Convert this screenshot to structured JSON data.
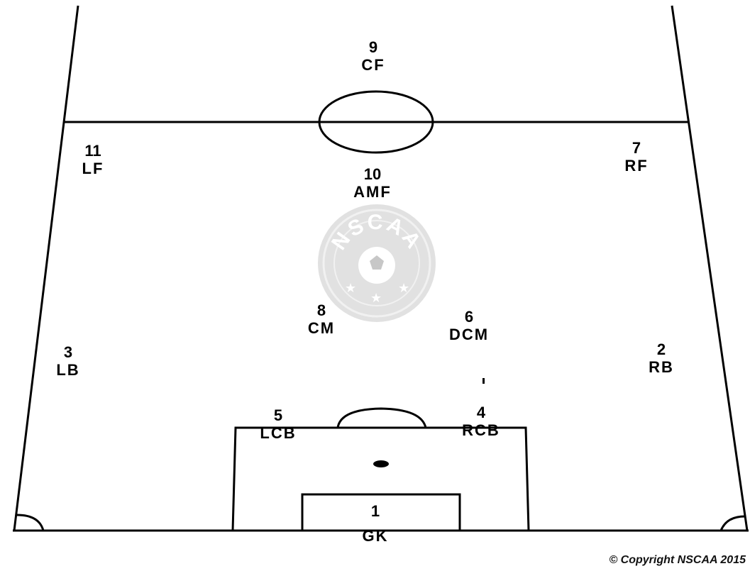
{
  "diagram": {
    "players": [
      {
        "id": "cf",
        "number": "9",
        "position": "CF"
      },
      {
        "id": "lf",
        "number": "11",
        "position": "LF"
      },
      {
        "id": "amf",
        "number": "10",
        "position": "AMF"
      },
      {
        "id": "rf",
        "number": "7",
        "position": "RF"
      },
      {
        "id": "cm",
        "number": "8",
        "position": "CM"
      },
      {
        "id": "dcm",
        "number": "6",
        "position": "DCM"
      },
      {
        "id": "lb",
        "number": "3",
        "position": "LB"
      },
      {
        "id": "rb",
        "number": "2",
        "position": "RB"
      },
      {
        "id": "lcb",
        "number": "5",
        "position": "LCB"
      },
      {
        "id": "rcb",
        "number": "4",
        "position": "RCB"
      },
      {
        "id": "gk",
        "number": "1",
        "position": "GK"
      }
    ],
    "watermark": "NSCAA",
    "copyright": "© Copyright NSCAA 2015"
  }
}
